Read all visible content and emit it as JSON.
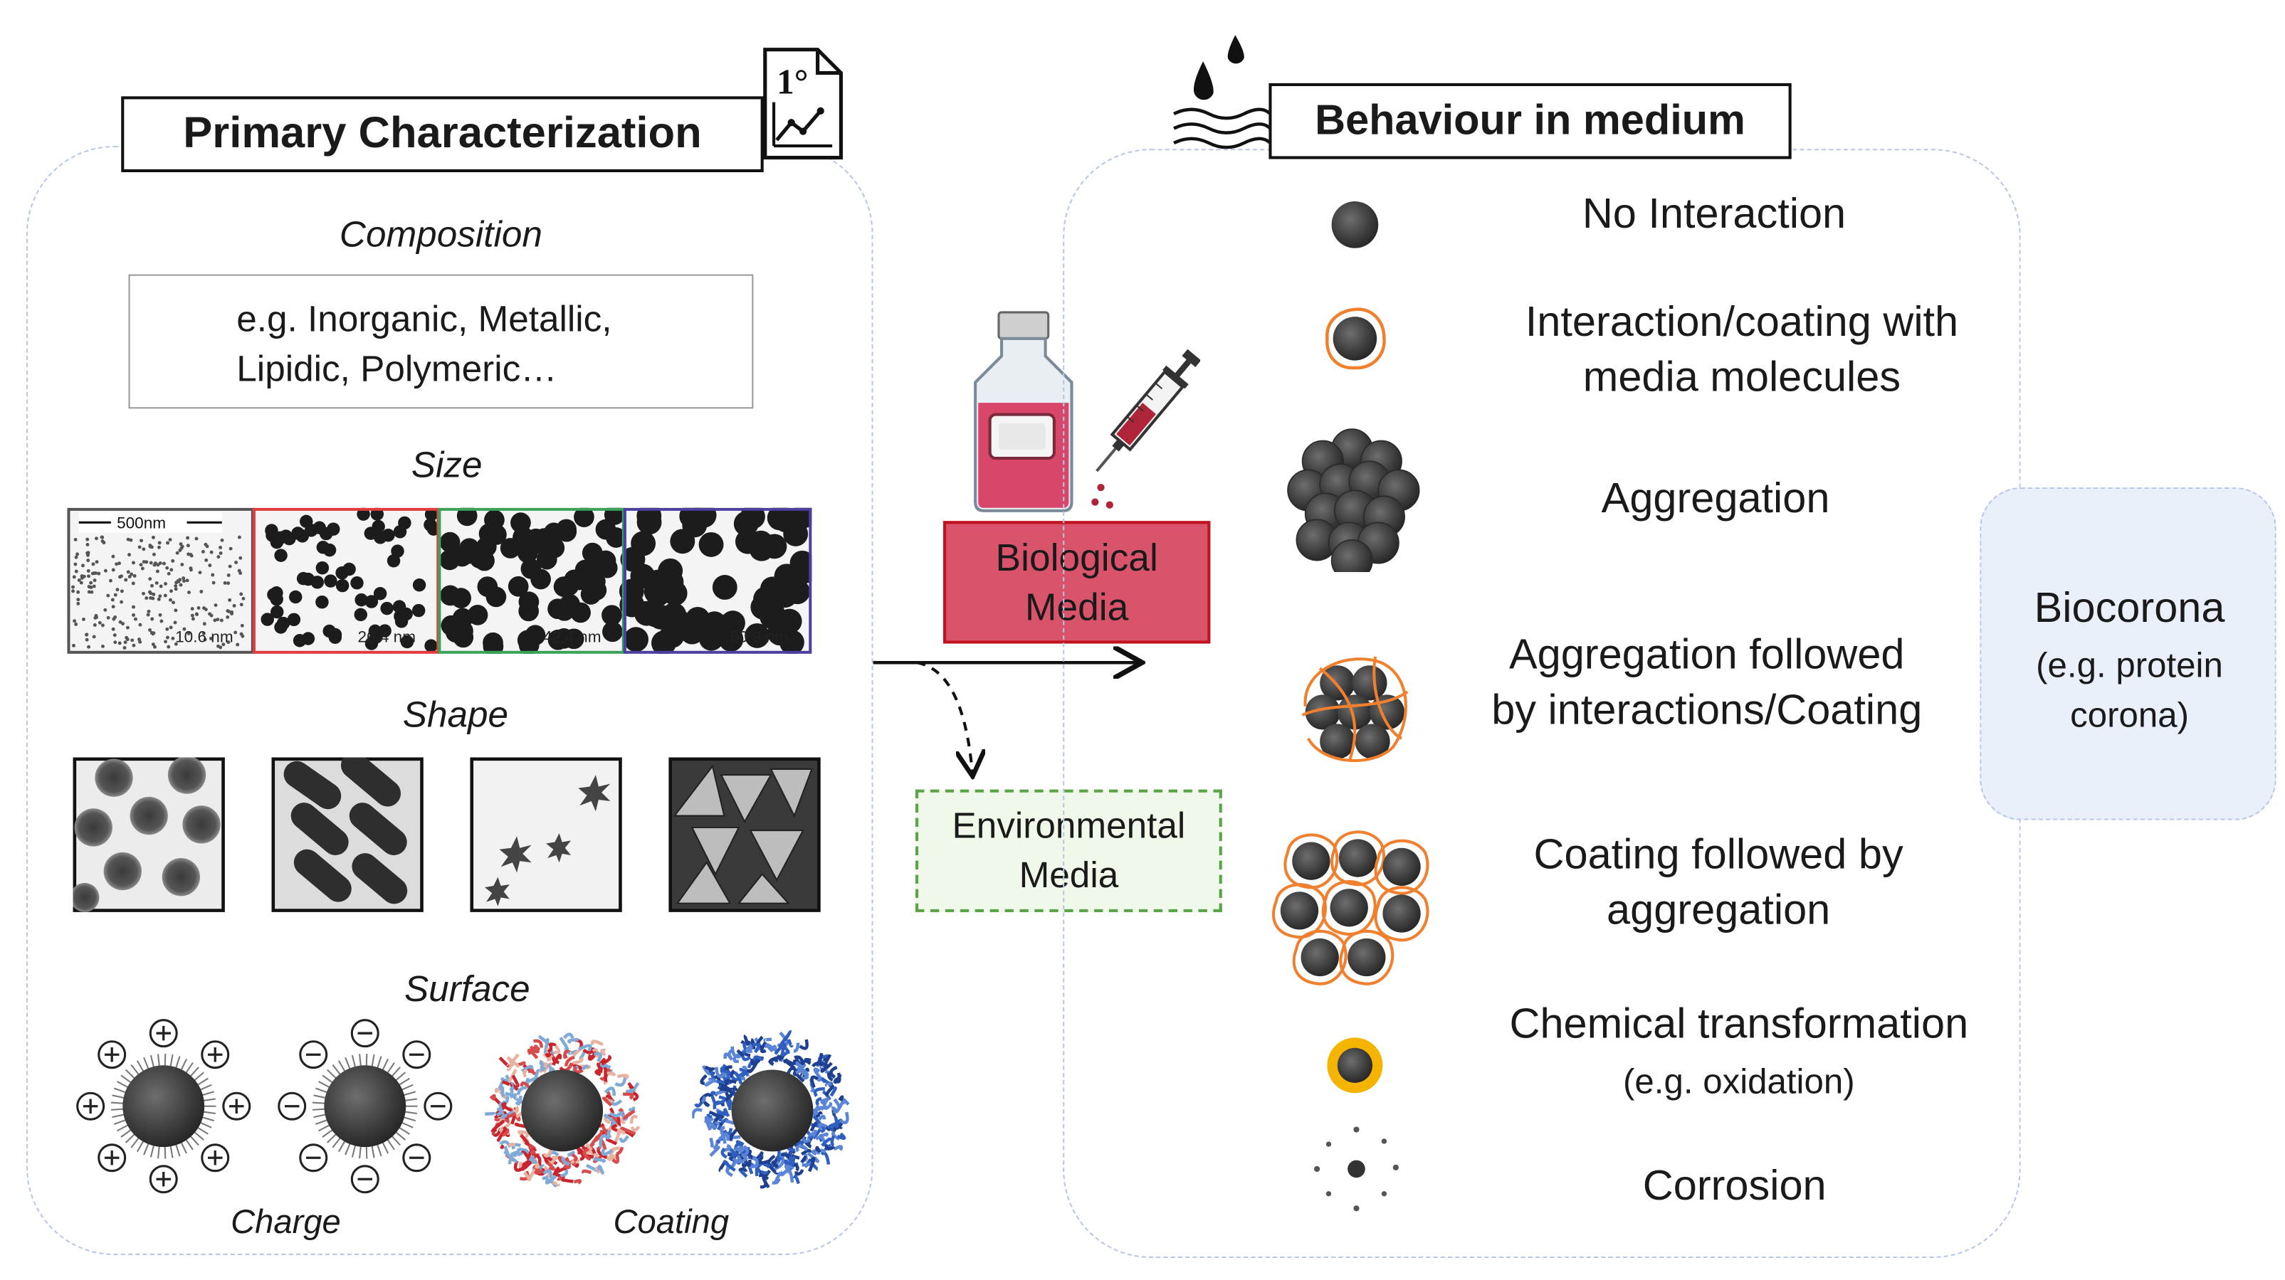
{
  "primary": {
    "title": "Primary Characterization",
    "doc_icon_label": "1°",
    "composition_title": "Composition",
    "composition_line1": "e.g. Inorganic,  Metallic,",
    "composition_line2": "Lipidic, Polymeric…",
    "size_title": "Size",
    "scale_bar_label": "500nm",
    "sizes": [
      "10.6 nm",
      "26.4 nm",
      "42.4 nm",
      "50.9 nm"
    ],
    "size_frame_colors": [
      "#555555",
      "#e23b3b",
      "#3aa357",
      "#4b3fa0"
    ],
    "shape_title": "Shape",
    "surface_title": "Surface",
    "charge_label": "Charge",
    "coating_label": "Coating"
  },
  "media": {
    "biological_line1": "Biological",
    "biological_line2": "Media",
    "environmental_line1": "Environmental",
    "environmental_line2": "Media"
  },
  "behaviour": {
    "title": "Behaviour in medium",
    "items": [
      {
        "line1": "No Interaction",
        "line2": ""
      },
      {
        "line1": "Interaction/coating with",
        "line2": "media molecules"
      },
      {
        "line1": "Aggregation",
        "line2": ""
      },
      {
        "line1": "Aggregation followed",
        "line2": "by interactions/Coating"
      },
      {
        "line1": "Coating followed by",
        "line2": "aggregation"
      },
      {
        "line1": "Chemical transformation",
        "line2": "(e.g. oxidation)"
      },
      {
        "line1": "Corrosion",
        "line2": ""
      }
    ]
  },
  "biocorona": {
    "title": "Biocorona",
    "line1": "(e.g. protein",
    "line2": "corona)"
  },
  "colors": {
    "panel_border": "#b7c6e6",
    "coating_orange": "#f07f2e",
    "oxidation_gold": "#f5b400",
    "biological_fill": "#d9546a",
    "environmental_border": "#5aa347",
    "particle_dark": "#3b3b3b"
  }
}
